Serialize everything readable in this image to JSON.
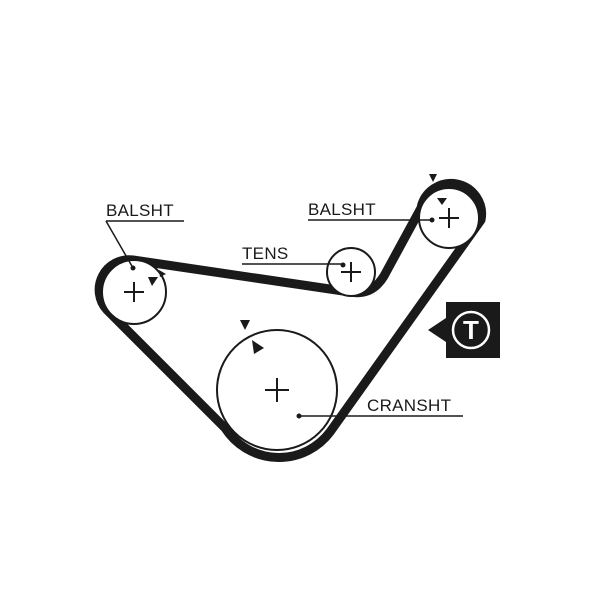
{
  "diagram": {
    "labels": {
      "balsht_left": "BALSHT",
      "balsht_right": "BALSHT",
      "tens": "TENS",
      "cranksht": "CRANSHT"
    },
    "tensioner_badge": "T"
  },
  "colors": {
    "belt": "#1a1a1a",
    "pulley_stroke": "#1a1a1a",
    "badge_bg": "#1a1a1a",
    "badge_fg": "#ffffff",
    "background": "#ffffff"
  },
  "icons": {
    "pulley_center": "plus-crosshair",
    "rotation_marker": "triangle-arrow",
    "tensioner_badge": "letter-t-in-circle"
  }
}
